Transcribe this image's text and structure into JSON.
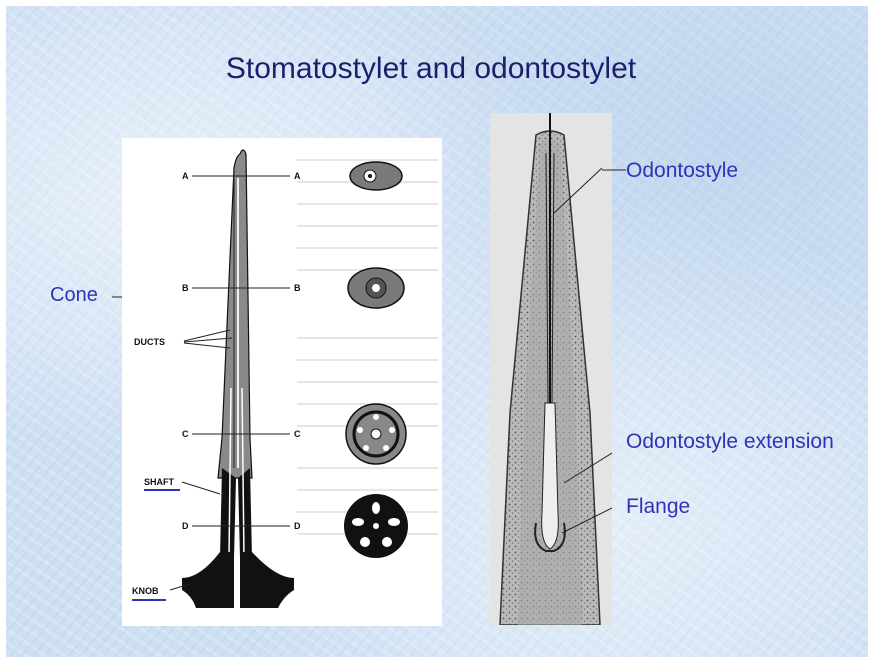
{
  "title": "Stomatostylet and odontostylet",
  "left_diagram": {
    "cone_label": "Cone",
    "section_labels": [
      "A",
      "B",
      "C",
      "D"
    ],
    "ducts_label": "DUCTS",
    "shaft_label": "SHAFT",
    "knob_label": "KNOB"
  },
  "right_diagram": {
    "odontostyle_label": "Odontostyle",
    "extension_label": "Odontostyle extension",
    "flange_label": "Flange"
  },
  "colors": {
    "title": "#1a1f6e",
    "labels": "#2f33b8",
    "background": "#cfe0f3"
  }
}
